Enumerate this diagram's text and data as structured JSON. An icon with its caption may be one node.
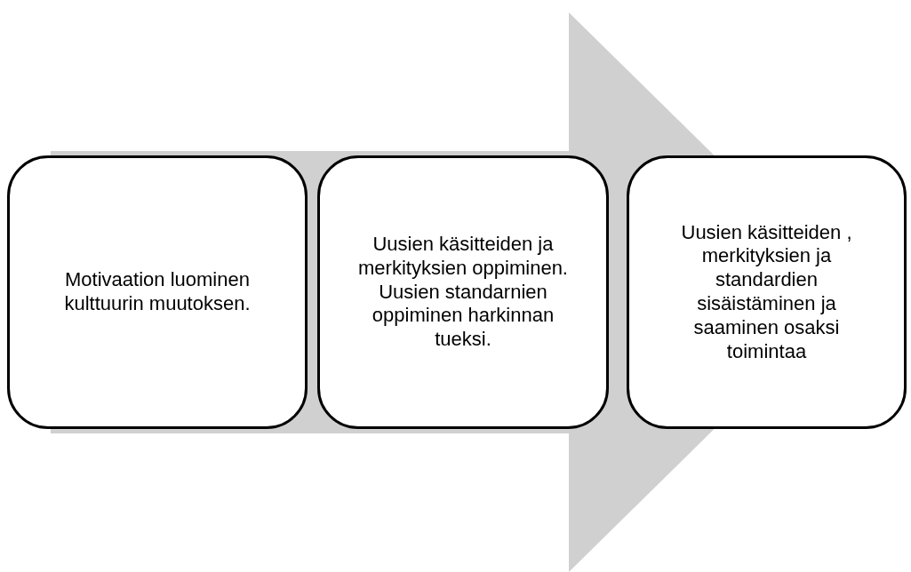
{
  "diagram": {
    "nodes": [
      {
        "text": [
          "Motivaation luominen kulttuurin muutoksen."
        ]
      },
      {
        "text": [
          "Uusien käsitteiden ja merkityksien oppiminen. Uusien standarnien oppiminen harkinnan tueksi."
        ]
      },
      {
        "text": [
          "Uusien käsitteiden , merkityksien ja standardien sisäistäminen ja saaminen osaksi toimintaa"
        ]
      }
    ],
    "edges": [
      {
        "from": 0,
        "to": 2,
        "arrow": "to",
        "style": "thick"
      }
    ]
  }
}
